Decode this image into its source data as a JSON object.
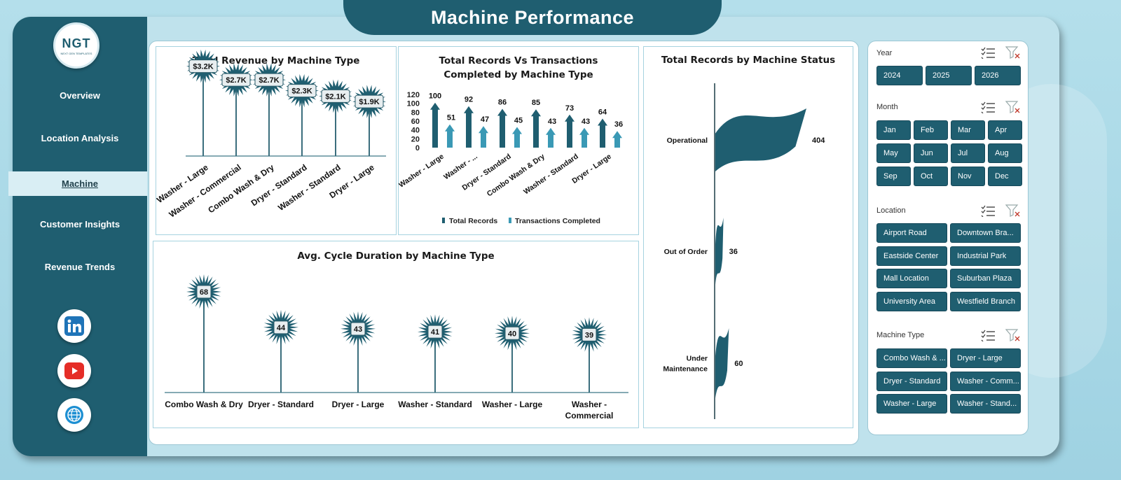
{
  "header": {
    "title": "Machine Performance"
  },
  "logo": {
    "text": "NGT",
    "subtext": "NEXT GEN TEMPLATES"
  },
  "sidebar": {
    "items": [
      {
        "label": "Overview"
      },
      {
        "label": "Location Analysis"
      },
      {
        "label": "Machine"
      },
      {
        "label": "Customer Insights"
      },
      {
        "label": "Revenue Trends"
      }
    ],
    "active": "Machine",
    "social": [
      "linkedin-icon",
      "youtube-icon",
      "globe-icon"
    ]
  },
  "colors": {
    "primary": "#1f5e70",
    "secondary": "#3a99b5",
    "background": "#a9d8e6",
    "accent_light": "#d9eef4"
  },
  "charts": {
    "revenue_title": "Total Revenue  by Machine Type",
    "records_title_line1": "Total Records Vs Transactions",
    "records_title_line2": "Completed by Machine Type",
    "status_title": "Total Records by Machine Status",
    "cycle_title": "Avg. Cycle Duration  by Machine Type"
  },
  "chart_data": [
    {
      "type": "bar",
      "title": "Total Revenue  by Machine Type",
      "categories": [
        "Washer - Large",
        "Washer - Commercial",
        "Combo Wash & Dry",
        "Dryer - Standard",
        "Washer - Standard",
        "Dryer - Large"
      ],
      "values": [
        3.2,
        2.7,
        2.7,
        2.3,
        2.1,
        1.9
      ],
      "data_labels": [
        "$3.2K",
        "$2.7K",
        "$2.7K",
        "$2.3K",
        "$2.1K",
        "$1.9K"
      ]
    },
    {
      "type": "bar",
      "title": "Total Records Vs Transactions Completed by Machine Type",
      "categories": [
        "Washer - Large",
        "Washer - ...",
        "Dryer - Standard",
        "Combo Wash & Dry",
        "Washer - Standard",
        "Dryer - Large"
      ],
      "series": [
        {
          "name": "Total Records",
          "values": [
            100,
            92,
            86,
            85,
            73,
            64
          ]
        },
        {
          "name": "Transactions Completed",
          "values": [
            51,
            47,
            45,
            43,
            43,
            36
          ]
        }
      ],
      "yticks": [
        "120",
        "100",
        "80",
        "60",
        "40",
        "20",
        "0"
      ],
      "ylim": [
        0,
        120
      ],
      "legend": "bottom"
    },
    {
      "type": "bar",
      "title": "Total Records by Machine Status",
      "categories": [
        "Operational",
        "Out of Order",
        "Under Maintenance"
      ],
      "values": [
        404,
        36,
        60
      ]
    },
    {
      "type": "bar",
      "title": "Avg. Cycle Duration  by Machine Type",
      "categories": [
        "Combo Wash & Dry",
        "Dryer - Standard",
        "Dryer - Large",
        "Washer - Standard",
        "Washer - Large",
        "Washer - Commercial"
      ],
      "values": [
        68,
        44,
        43,
        41,
        40,
        39
      ]
    }
  ],
  "filters": {
    "year": {
      "label": "Year",
      "options": [
        "2024",
        "2025",
        "2026"
      ]
    },
    "month": {
      "label": "Month",
      "options": [
        "Jan",
        "Feb",
        "Mar",
        "Apr",
        "May",
        "Jun",
        "Jul",
        "Aug",
        "Sep",
        "Oct",
        "Nov",
        "Dec"
      ]
    },
    "location": {
      "label": "Location",
      "options": [
        "Airport Road",
        "Downtown Bra...",
        "Eastside Center",
        "Industrial Park",
        "Mall Location",
        "Suburban Plaza",
        "University Area",
        "Westfield Branch"
      ]
    },
    "machine_type": {
      "label": "Machine Type",
      "options": [
        "Combo Wash & ...",
        "Dryer - Large",
        "Dryer - Standard",
        "Washer - Comm...",
        "Washer - Large",
        "Washer - Stand..."
      ]
    }
  }
}
